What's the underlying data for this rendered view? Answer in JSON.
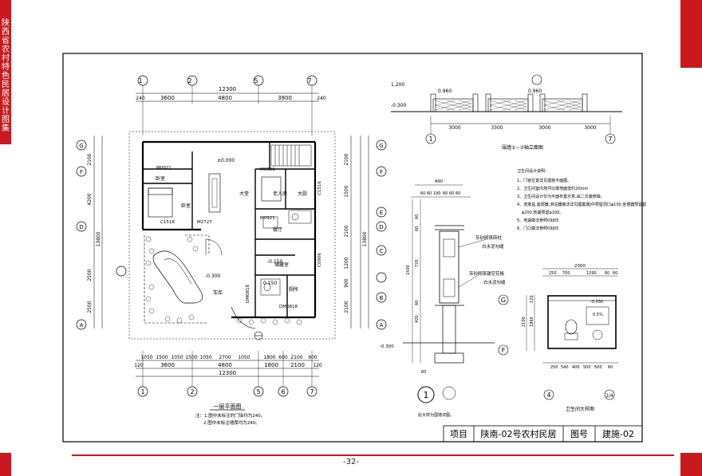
{
  "sidebar": {
    "title": "陕西省农村特色民居设计图集"
  },
  "page_number": "-32-",
  "title_block": {
    "label_project": "项目",
    "project_name": "陕南-02号农村民居",
    "label_drawing_no": "图号",
    "drawing_no": "建施-02"
  },
  "plan": {
    "caption": "一层平面图",
    "notes": [
      "注：1.图中未标注的门垛均为240。",
      "2.图中未标注墙厚均为240。"
    ],
    "top_axes": [
      "1",
      "2",
      "5",
      "7"
    ],
    "bottom_axes": [
      "1",
      "2",
      "5",
      "6",
      "7"
    ],
    "left_axes": [
      "G",
      "F",
      "E",
      "D",
      "C",
      "B",
      "A"
    ],
    "top_dims_overall": "12300",
    "top_dims_segments": [
      "240",
      "3600",
      "4800",
      "3900",
      "240"
    ],
    "bottom_dims_row1": [
      "1050",
      "1500",
      "1050",
      "1500",
      "1050",
      "2700",
      "1050",
      "1800",
      "600",
      "2100",
      "900"
    ],
    "bottom_dims_row2": [
      "120",
      "3600",
      "4800",
      "1800",
      "2100",
      "120"
    ],
    "bottom_dims_overall": "12300",
    "left_dims": [
      "2100",
      "4200",
      "13800",
      "2500",
      "2500"
    ],
    "right_dims": [
      "2100",
      "1500",
      "2100",
      "13800",
      "1200",
      "900",
      "2100"
    ],
    "rooms": [
      "卧室",
      "大堂",
      "老人房",
      "大厨",
      "餐厅",
      "储藏室",
      "厕所",
      "车库",
      "卧室"
    ],
    "levels": [
      "±0.000",
      "-0.300",
      "-0.150",
      "0.150"
    ],
    "door_tags": [
      "M0921",
      "M2727",
      "M0921",
      "C1518",
      "C1516",
      "DM0818",
      "DM0818",
      "M0921",
      "C0906"
    ]
  },
  "elevation": {
    "caption": "围墙①~⑦轴立面图",
    "levels": [
      "1.200",
      "0.960",
      "-0.300",
      "0.960"
    ],
    "dims": [
      "3000",
      "3300",
      "3000",
      "3000"
    ],
    "axes": [
      "1",
      "7"
    ]
  },
  "notes_block": {
    "title": "卫生间设计说明：",
    "items": [
      "1、门窗位置详见建施平面图。",
      "2、卫生间室内地坪比楼地面低约20mm",
      "3、卫生间设计仅为平面布置示意,由二次装修做。",
      "4、洗漱盆,座便器,淋浴器做法详见图集冀J中预留洞口φ100,坐便器预留留",
      "φ200,地漏预留φ100。",
      "5、地漏做法参照09J05",
      "6、门口做法参照09J05"
    ]
  },
  "wall_detail": {
    "dims_top": [
      "490",
      "60",
      "60",
      "190",
      "60",
      "60",
      "60"
    ],
    "dims_side": [
      "60",
      "60",
      "720",
      "1500",
      "420",
      "60",
      "60"
    ],
    "labels": [
      "灰砂砌筑砖柱",
      "白水泥勾缝",
      "灰砂砌筑镂空花格",
      "白水泥勾缝"
    ],
    "level": "-0.300",
    "section_no": "1",
    "note": "此大样为围墙详图。"
  },
  "bath_detail": {
    "caption": "卫生间大样图",
    "dims_top": [
      "2300",
      "250",
      "700",
      "1290",
      "60",
      "60"
    ],
    "dims_bottom": [
      "250",
      "540",
      "400",
      "500",
      "500",
      "60"
    ],
    "dims_side": [
      "2100",
      "1860",
      "120"
    ],
    "level": "-0.030",
    "axes": [
      "G",
      "F",
      "4",
      "1/4"
    ],
    "slope": "0.5%"
  }
}
